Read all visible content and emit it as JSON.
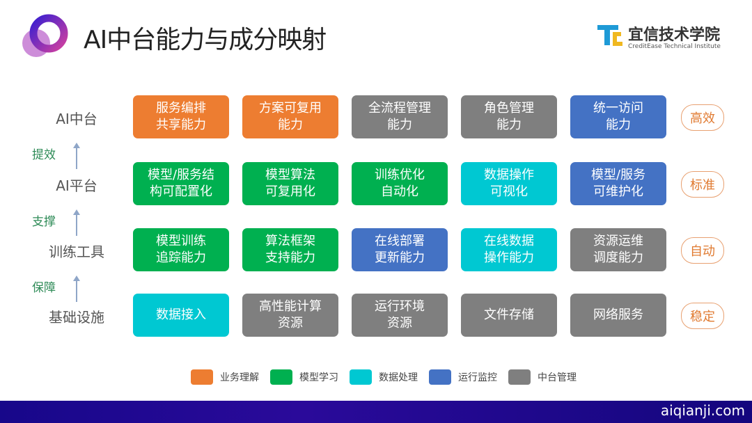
{
  "title": "AI中台能力与成分映射",
  "brand": {
    "cn": "宜信技术学院",
    "en": "CreditEase Technical Institute",
    "mark": "TC"
  },
  "colors": {
    "business": "#ED7D31",
    "model": "#00B050",
    "data": "#00C8D2",
    "monitor": "#4472C4",
    "mgmt": "#7F7F7F"
  },
  "rows": [
    {
      "label": "AI中台",
      "quality": "高效",
      "cells": [
        {
          "text": "服务编排\n共享能力",
          "type": "business"
        },
        {
          "text": "方案可复用\n能力",
          "type": "business"
        },
        {
          "text": "全流程管理\n能力",
          "type": "mgmt"
        },
        {
          "text": "角色管理\n能力",
          "type": "mgmt"
        },
        {
          "text": "统一访问\n能力",
          "type": "monitor"
        }
      ]
    },
    {
      "label": "AI平台",
      "quality": "标准",
      "cells": [
        {
          "text": "模型/服务结\n构可配置化",
          "type": "model"
        },
        {
          "text": "模型算法\n可复用化",
          "type": "model"
        },
        {
          "text": "训练优化\n自动化",
          "type": "model"
        },
        {
          "text": "数据操作\n可视化",
          "type": "data"
        },
        {
          "text": "模型/服务\n可维护化",
          "type": "monitor"
        }
      ]
    },
    {
      "label": "训练工具",
      "quality": "自动",
      "cells": [
        {
          "text": "模型训练\n追踪能力",
          "type": "model"
        },
        {
          "text": "算法框架\n支持能力",
          "type": "model"
        },
        {
          "text": "在线部署\n更新能力",
          "type": "monitor"
        },
        {
          "text": "在线数据\n操作能力",
          "type": "data"
        },
        {
          "text": "资源运维\n调度能力",
          "type": "mgmt"
        }
      ]
    },
    {
      "label": "基础设施",
      "quality": "稳定",
      "cells": [
        {
          "text": "数据接入",
          "type": "data"
        },
        {
          "text": "高性能计算\n资源",
          "type": "mgmt"
        },
        {
          "text": "运行环境\n资源",
          "type": "mgmt"
        },
        {
          "text": "文件存储",
          "type": "mgmt"
        },
        {
          "text": "网络服务",
          "type": "mgmt"
        }
      ]
    }
  ],
  "verbs": [
    "提效",
    "支撑",
    "保障"
  ],
  "legend": [
    {
      "label": "业务理解",
      "type": "business"
    },
    {
      "label": "模型学习",
      "type": "model"
    },
    {
      "label": "数据处理",
      "type": "data"
    },
    {
      "label": "运行监控",
      "type": "monitor"
    },
    {
      "label": "中台管理",
      "type": "mgmt"
    }
  ],
  "watermark": "aiqianji.com"
}
